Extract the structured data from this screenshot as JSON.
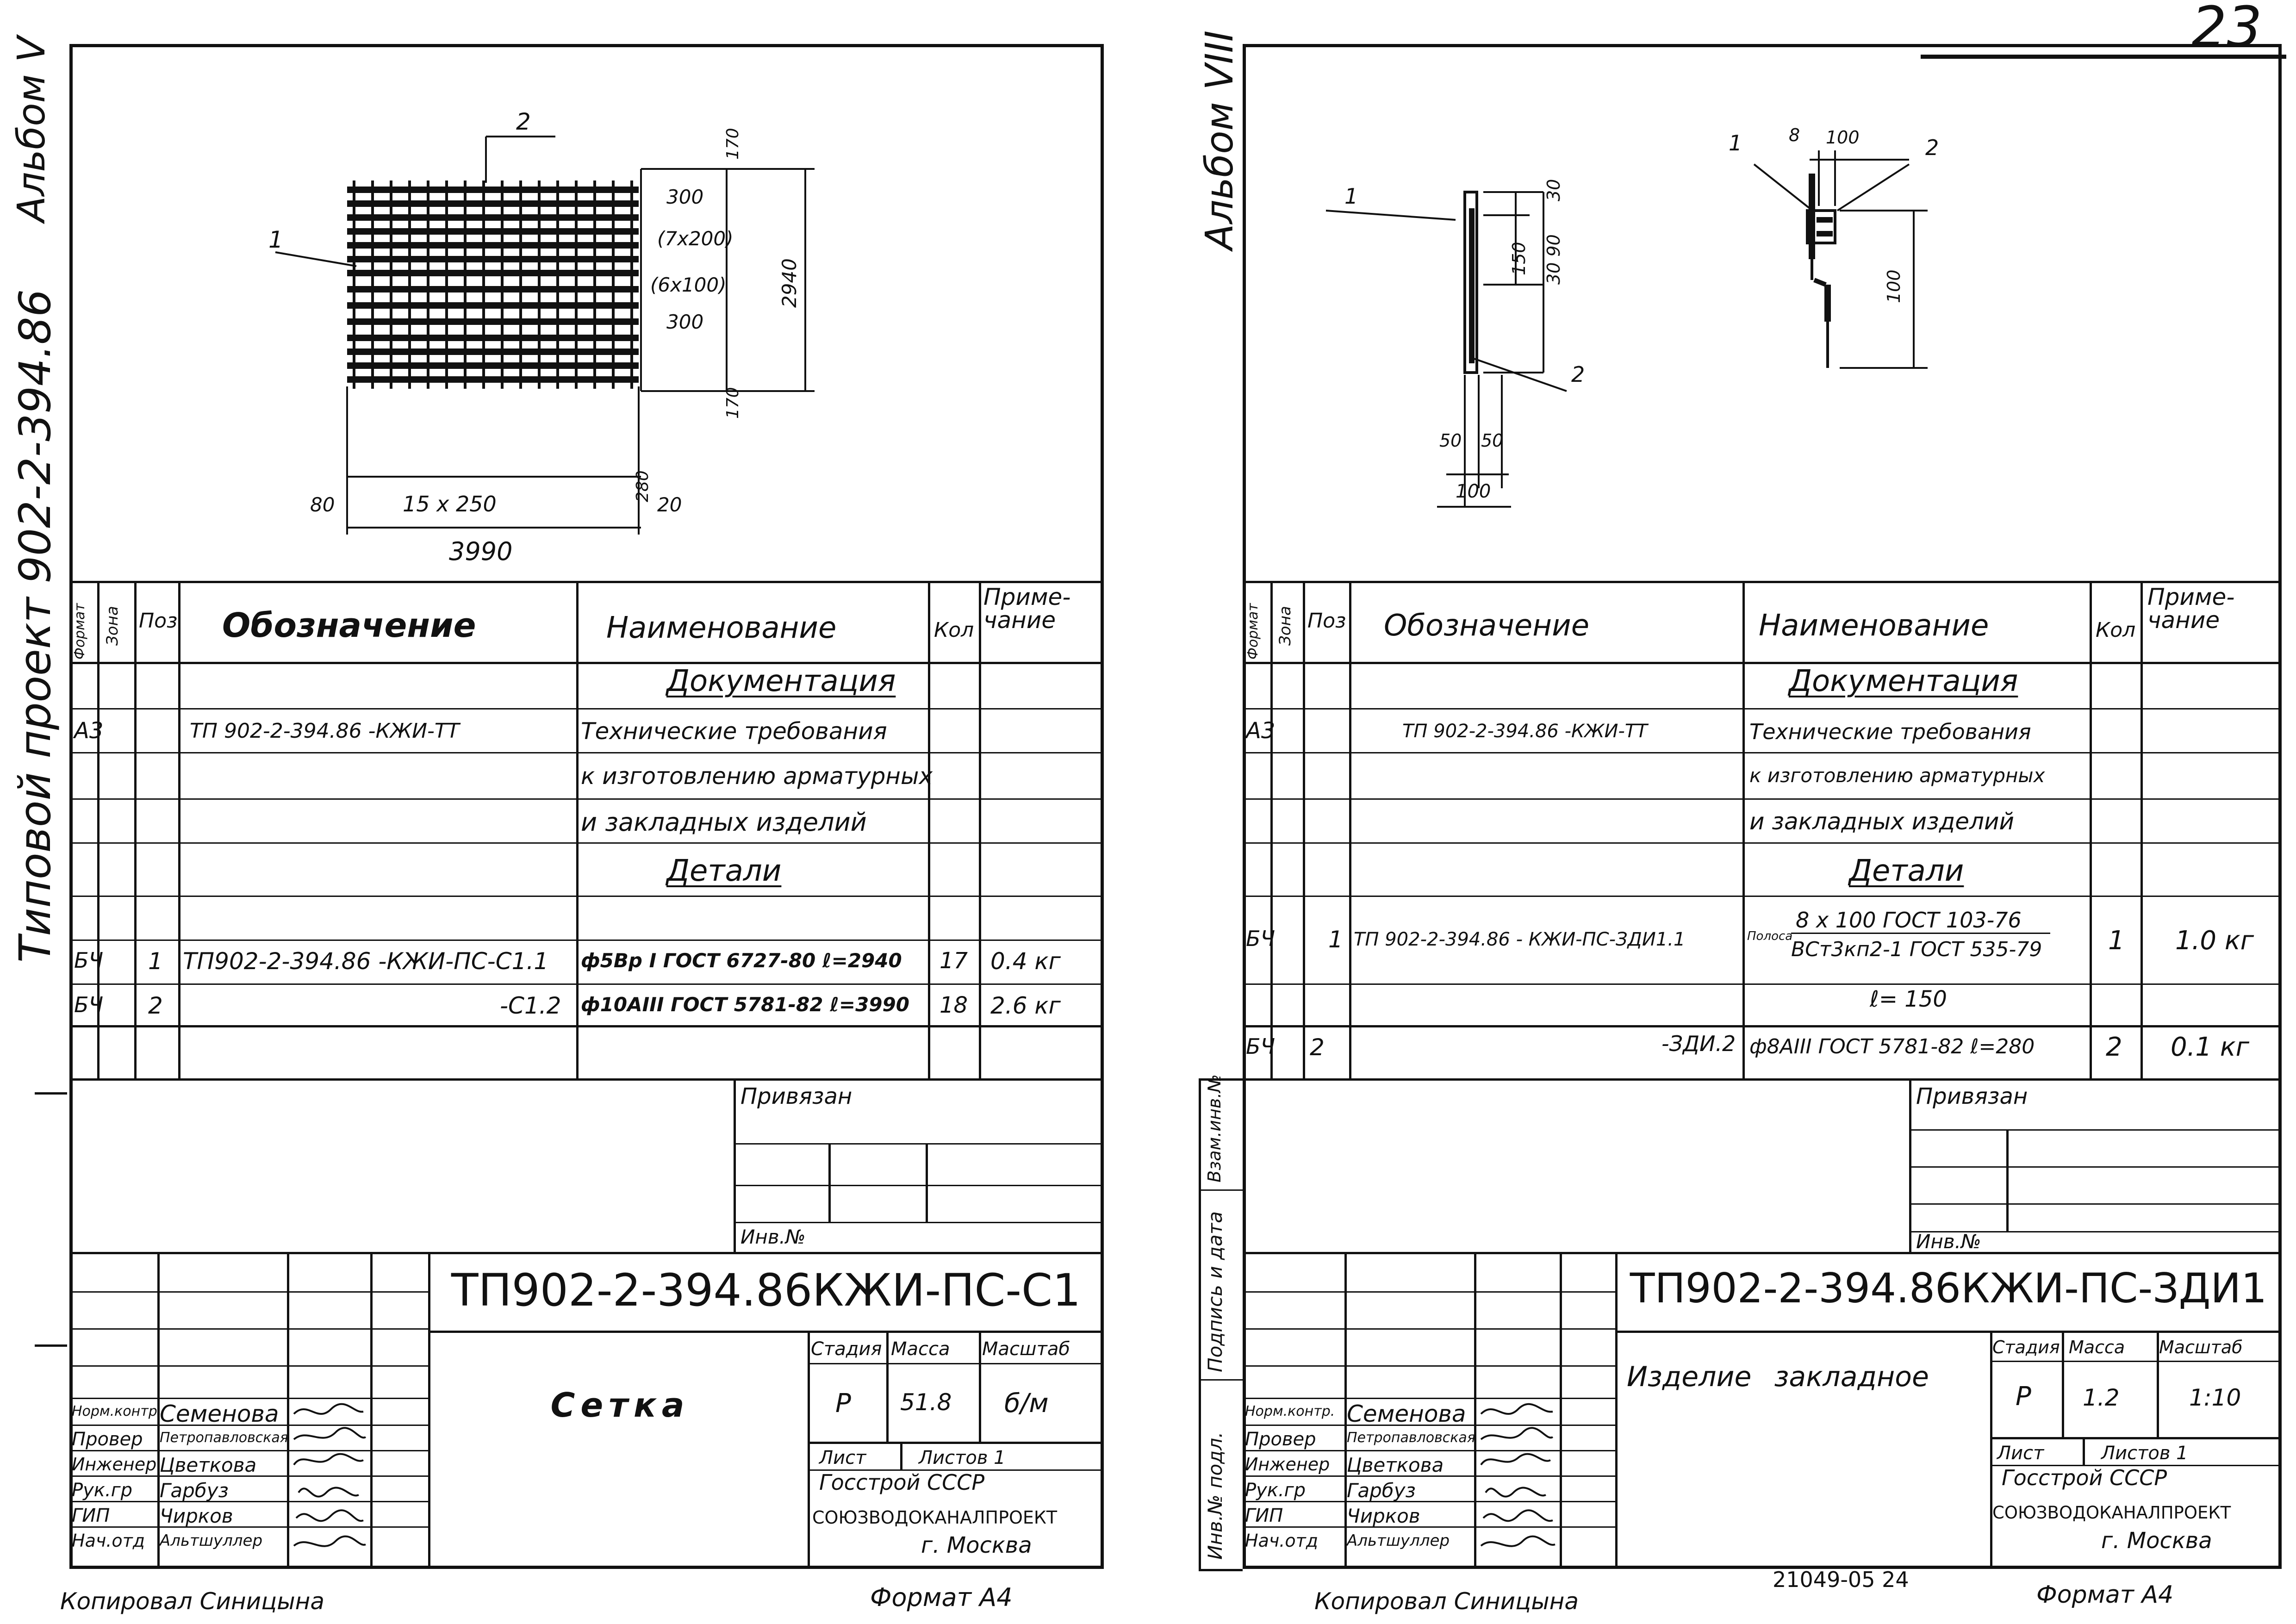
{
  "page_number": "23",
  "bottom_number": "21049-05   24",
  "left": {
    "album": "Альбом V",
    "project": "Типовой проект 902-2-394.86",
    "drawing": {
      "pos1": "1",
      "pos2": "2",
      "d170a": "170",
      "d300a": "300",
      "d7x200": "(7x200)",
      "d6x100": "(6x100)",
      "d300b": "300",
      "d170b": "170",
      "d2940": "2940",
      "d80": "80",
      "d15x250": "15 x 250",
      "d280": "280",
      "d20": "20",
      "d3990": "3990"
    },
    "spec_headers": {
      "format": "Формат",
      "zone": "Зона",
      "pos": "Поз",
      "designation": "Обозначение",
      "name": "Наименование",
      "qty": "Кол",
      "note": "Приме-чание"
    },
    "spec_rows": {
      "documentation": "Документация",
      "a3": "А3",
      "doc_code": "ТП 902-2-394.86 -КЖИ-ТТ",
      "doc_line1": "Технические требования",
      "doc_line2": "к изготовлению арматурных",
      "doc_line3": "и закладных изделий",
      "details": "Детали",
      "r1_format": "БЧ",
      "r1_pos": "1",
      "r1_code": "ТП902-2-394.86 -КЖИ-ПС-С1.1",
      "r1_name": "ф5Вр I ГОСТ 6727-80 ℓ=2940",
      "r1_qty": "17",
      "r1_note": "0.4 кг",
      "r2_format": "БЧ",
      "r2_pos": "2",
      "r2_code": "-С1.2",
      "r2_name": "ф10АIII ГОСТ 5781-82 ℓ=3990",
      "r2_qty": "18",
      "r2_note": "2.6 кг"
    },
    "privyazan": "Привязан",
    "inv": "Инв.№",
    "title_code": "ТП902-2-394.86КЖИ-ПС-С1",
    "title_name": "Сетка",
    "stage_h": "Стадия",
    "mass_h": "Масса",
    "scale_h": "Масштаб",
    "stage": "Р",
    "mass": "51.8",
    "scale": "б/м",
    "sheet": "Лист",
    "sheets": "Листов 1",
    "org1": "Госстрой СССР",
    "org2": "СОЮЗВОДОКАНАЛПРОЕКТ",
    "org3": "г. Москва",
    "roles": [
      "Норм.контр.",
      "Провер",
      "Инженер",
      "Рук.гр",
      "ГИП",
      "Нач.отд"
    ],
    "names": [
      "Семенова",
      "Петропавловская",
      "Цветкова",
      "Гарбуз",
      "Чирков",
      "Альтшуллер"
    ],
    "copied": "Копировал Синицына",
    "format": "Формат А4"
  },
  "right": {
    "album": "Альбом VIII",
    "side_labels": [
      "Взам.инв.№",
      "Подпись и дата",
      "Инв.№ подл."
    ],
    "drawing": {
      "pos1a": "1",
      "pos2a": "2",
      "d30": "30",
      "d30_90": "30 90",
      "d150": "150",
      "d50": "50",
      "d50b": "50",
      "d100a": "100",
      "pos1b": "1",
      "d8": "8",
      "d100b": "100",
      "pos2b": "2",
      "d100c": "100"
    },
    "spec_headers": {
      "format": "Формат",
      "zone": "Зона",
      "pos": "Поз",
      "designation": "Обозначение",
      "name": "Наименование",
      "qty": "Кол",
      "note": "Приме-чание"
    },
    "spec_rows": {
      "documentation": "Документация",
      "a3": "А3",
      "doc_code": "ТП 902-2-394.86 -КЖИ-ТТ",
      "doc_line1": "Технические требования",
      "doc_line2": "к изготовлению арматурных",
      "doc_line3": "и закладных изделий",
      "details": "Детали",
      "r1_format": "БЧ",
      "r1_pos": "1",
      "r1_code": "ТП 902-2-394.86 - КЖИ-ПС-ЗДИ1.1",
      "r1_name_pre": "Полоса",
      "r1_name_top": "8 x 100 ГОСТ 103-76",
      "r1_name_bottom": "ВСт3кп2-1 ГОСТ 535-79",
      "r1_len": "ℓ= 150",
      "r1_qty": "1",
      "r1_note": "1.0 кг",
      "r2_format": "БЧ",
      "r2_pos": "2",
      "r2_code": "-ЗДИ.2",
      "r2_name": "ф8АIII ГОСТ 5781-82 ℓ=280",
      "r2_qty": "2",
      "r2_note": "0.1 кг"
    },
    "privyazan": "Привязан",
    "inv": "Инв.№",
    "title_code": "ТП902-2-394.86КЖИ-ПС-ЗДИ1",
    "title_name": "Изделие закладное",
    "stage_h": "Стадия",
    "mass_h": "Масса",
    "scale_h": "Масштаб",
    "stage": "Р",
    "mass": "1.2",
    "scale": "1:10",
    "sheet": "Лист",
    "sheets": "Листов 1",
    "org1": "Госстрой СССР",
    "org2": "СОЮЗВОДОКАНАЛПРОЕКТ",
    "org3": "г. Москва",
    "roles": [
      "Норм.контр.",
      "Провер",
      "Инженер",
      "Рук.гр",
      "ГИП",
      "Нач.отд"
    ],
    "names": [
      "Семенова",
      "Петропавловская",
      "Цветкова",
      "Гарбуз",
      "Чирков",
      "Альтшуллер"
    ],
    "copied": "Копировал Синицына",
    "format": "Формат А4"
  }
}
